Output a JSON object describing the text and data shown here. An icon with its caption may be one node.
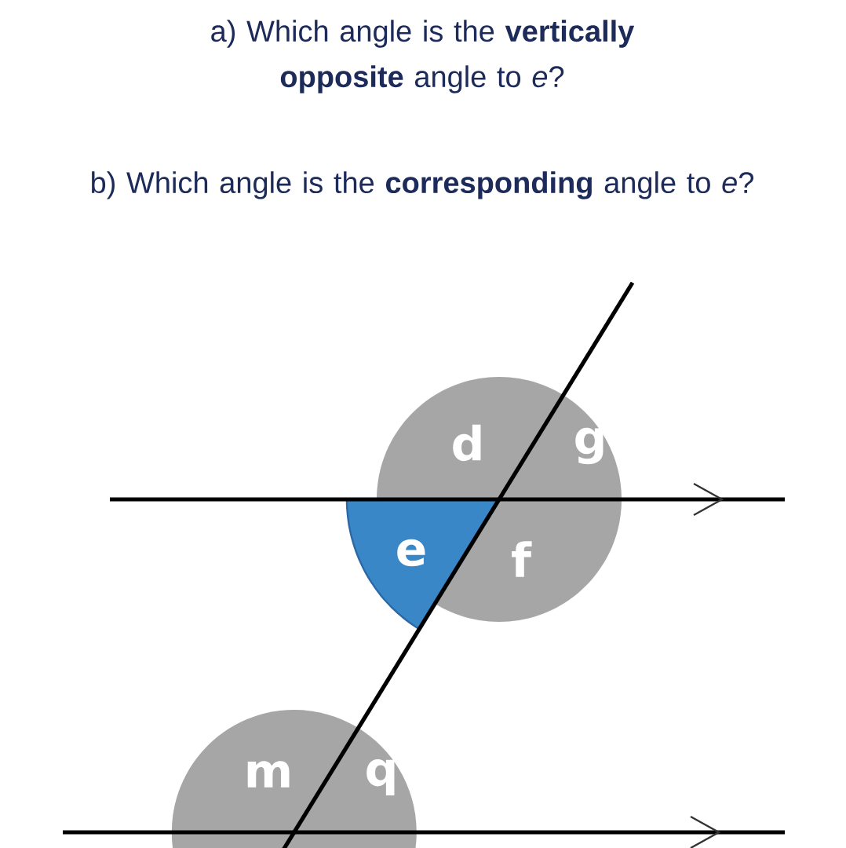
{
  "diagram": {
    "labels": [
      "a) Which angle is the **vertically opposite** angle to *e*?",
      "b) Which angle is the **corresponding** angle to *e*?",
      "d",
      "g",
      "e",
      "f",
      "m",
      "q"
    ]
  }
}
